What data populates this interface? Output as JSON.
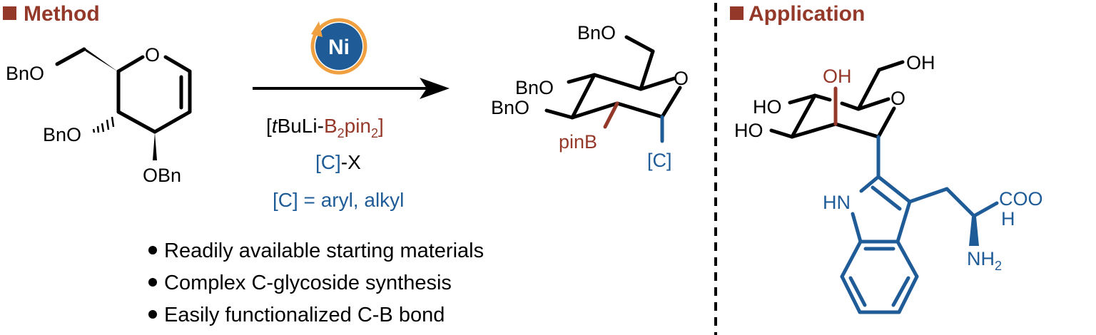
{
  "colors": {
    "accent": "#94392a",
    "blue": "#1f5c97",
    "orange": "#f0a040",
    "black": "#000000"
  },
  "method": {
    "header": "Method",
    "starting_material": {
      "labels": [
        "BnO",
        "O",
        "BnO",
        "OBn"
      ]
    },
    "catalyst": {
      "label": "Ni",
      "icon": "nickel-catalyst-cycle-icon"
    },
    "reagents": {
      "line1_prefix": "[",
      "line1_italic": "t",
      "line1_black": "BuLi-",
      "line1_red_b": "B",
      "line1_red_sub1": "2",
      "line1_red_pin": "pin",
      "line1_red_sub2": "2",
      "line1_close": "]",
      "line2_blue": "[C]",
      "line2_black": "-X",
      "line3": "[C] = aryl, alkyl"
    },
    "product": {
      "labels": [
        "BnO",
        "O",
        "BnO",
        "BnO",
        "pinB",
        "[C]"
      ]
    },
    "bullets": [
      "Readily available starting materials",
      "Complex C-glycoside synthesis",
      "Easily functionalized C-B bond"
    ]
  },
  "application": {
    "header": "Application",
    "molecule": {
      "labels": {
        "oh_top": "OH",
        "oh_red": "OH",
        "ring_o": "O",
        "ho1": "HO",
        "ho2": "HO",
        "hn": "HN",
        "cooh_1": "COO",
        "cooh_2": "H",
        "nh2": "NH",
        "nh2_sub": "2"
      }
    }
  }
}
